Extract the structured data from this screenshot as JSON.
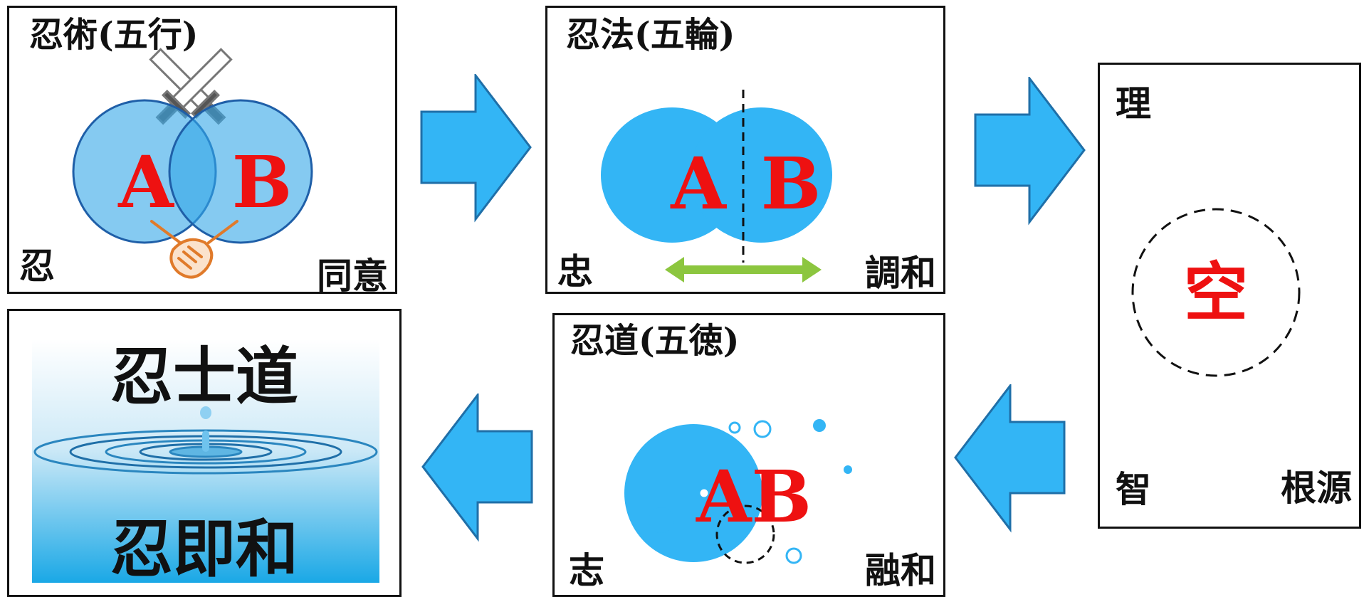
{
  "colors": {
    "accent_blue": "#33b5f5",
    "letter_red": "#ee1111",
    "double_arrow_green": "#8cc63f",
    "handshake_orange": "#e07a2a",
    "sword_gray": "#888888",
    "border": "#111111"
  },
  "box1": {
    "title": "忍術(五行)",
    "letter_a": "A",
    "letter_b": "B",
    "corner_left": "忍",
    "corner_right": "同意",
    "icons": [
      "crossed-swords-icon",
      "handshake-icon"
    ]
  },
  "box2": {
    "title": "忍法(五輪)",
    "letter_a": "A",
    "letter_b": "B",
    "corner_left": "忠",
    "corner_right": "調和",
    "icons": [
      "double-arrow-icon"
    ]
  },
  "box3": {
    "corner_top": "理",
    "center": "空",
    "corner_left": "智",
    "corner_right": "根源"
  },
  "box4": {
    "title": "忍道(五徳)",
    "letters": "AB",
    "corner_left": "志",
    "corner_right": "融和"
  },
  "box5": {
    "top": "忍士道",
    "bottom": "忍即和",
    "icons": [
      "water-ripple-icon"
    ]
  },
  "arrows": [
    "right-arrow",
    "right-arrow",
    "left-arrow",
    "left-arrow"
  ]
}
